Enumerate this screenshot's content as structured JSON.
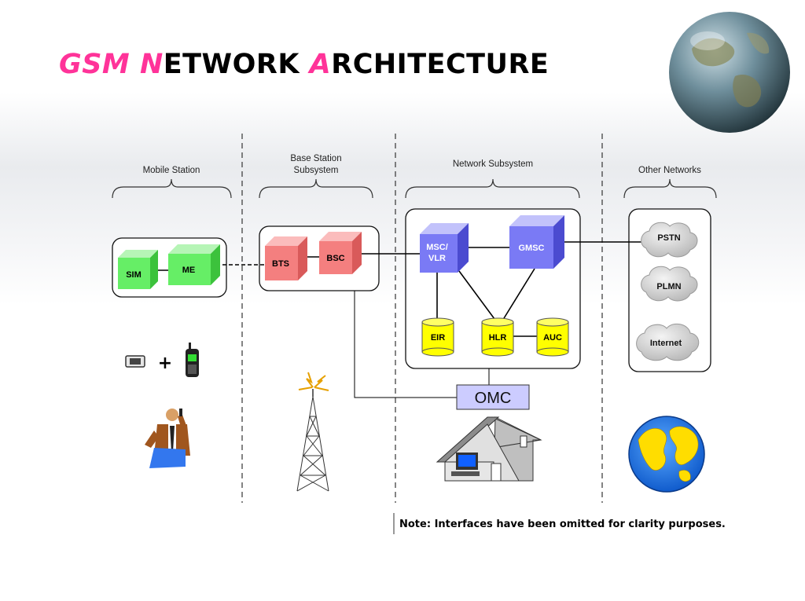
{
  "title": {
    "part1": "GSM ",
    "accent_n": "N",
    "part2": "ETWORK ",
    "accent_a": "A",
    "part3": "RCHITECTURE"
  },
  "colors": {
    "accent": "#ff3399",
    "mobile_station_nodes": "#66ee66",
    "base_station_nodes": "#f47f7f",
    "network_nodes": "#7a7af5",
    "database_nodes": "#ffff00"
  },
  "sections": {
    "mobile_station": {
      "label": "Mobile Station"
    },
    "base_station": {
      "label_line1": "Base Station",
      "label_line2": "Subsystem"
    },
    "network": {
      "label": "Network Subsystem"
    },
    "other": {
      "label": "Other Networks"
    }
  },
  "nodes": {
    "sim": "SIM",
    "me": "ME",
    "bts": "BTS",
    "bsc": "BSC",
    "msc_line1": "MSC/",
    "msc_line2": "VLR",
    "gmsc": "GMSC",
    "eir": "EIR",
    "hlr": "HLR",
    "auc": "AUC",
    "omc": "OMC"
  },
  "other_networks": [
    "PSTN",
    "PLMN",
    "Internet"
  ],
  "illustrations": {
    "sim_card": "sim-card-icon",
    "plus": "+",
    "phone": "mobile-phone-icon",
    "person": "person-on-phone-icon",
    "tower": "radio-tower-icon",
    "house": "house-with-computer-icon",
    "globe": "globe-icon"
  },
  "note": "Note: Interfaces have been omitted for clarity purposes."
}
